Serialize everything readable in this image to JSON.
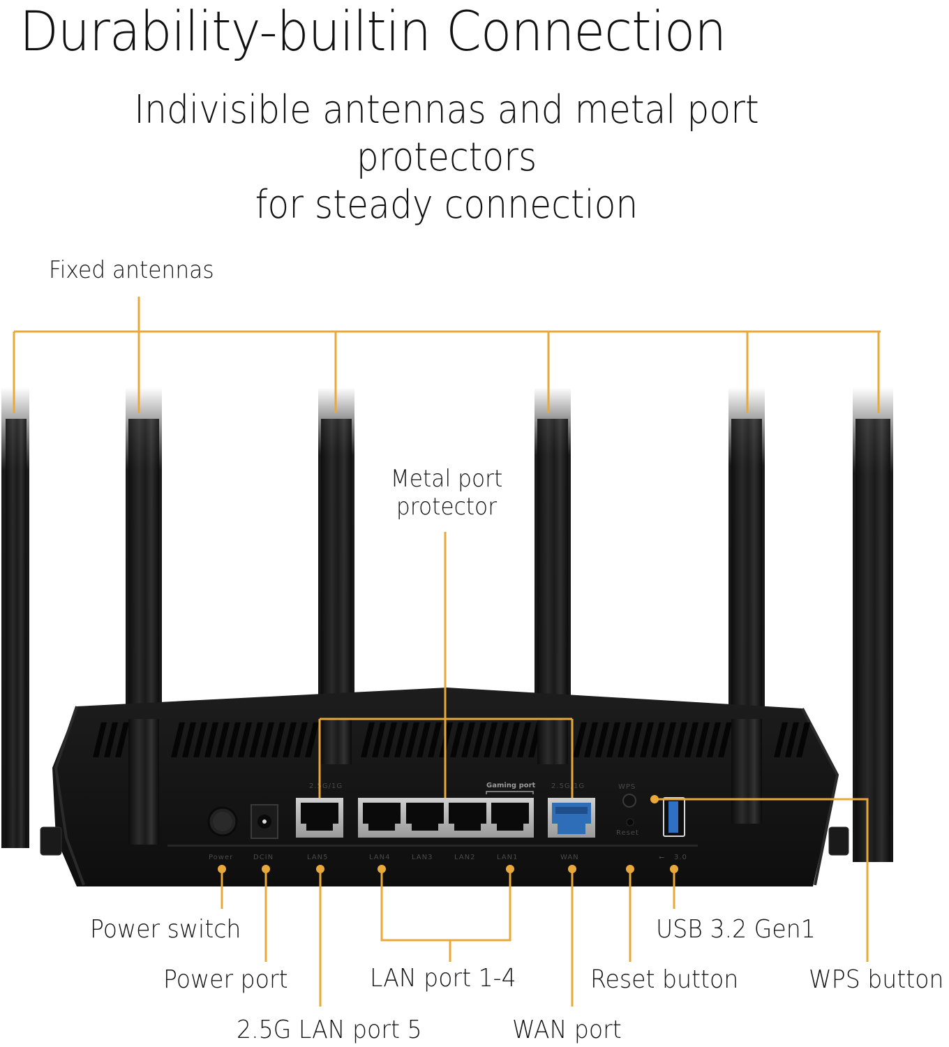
{
  "header": {
    "title": "Durability-builtin Connection",
    "subtitle_line1": "Indivisible antennas and metal port protectors",
    "subtitle_line2": "for steady connection"
  },
  "callouts": {
    "fixed_antennas": "Fixed antennas",
    "metal_port_protector_line1": "Metal port",
    "metal_port_protector_line2": "protector",
    "power_switch": "Power switch",
    "power_port": "Power port",
    "lan_port_5": "2.5G LAN port 5",
    "lan_ports_1_4": "LAN port 1-4",
    "wan_port": "WAN port",
    "reset_button": "Reset button",
    "usb": "USB 3.2 Gen1",
    "wps_button": "WPS button"
  },
  "device_labels": {
    "power": "Power",
    "dcin": "DCIN",
    "lan5": "LAN5",
    "lan4": "LAN4",
    "lan3": "LAN3",
    "lan2": "LAN2",
    "lan1": "LAN1",
    "wan": "WAN",
    "usb": "3.0",
    "speed_lan5": "2.5G/1G",
    "speed_wan": "2.5G/1G",
    "gaming_port": "Gaming port",
    "wps": "WPS",
    "reset": "Reset"
  },
  "colors": {
    "callout": "#E8A93A",
    "router_body": "#141414",
    "wan_port": "#2E6DB8",
    "usb_port": "#2F6FC4",
    "metal": "#B5B5B5"
  }
}
